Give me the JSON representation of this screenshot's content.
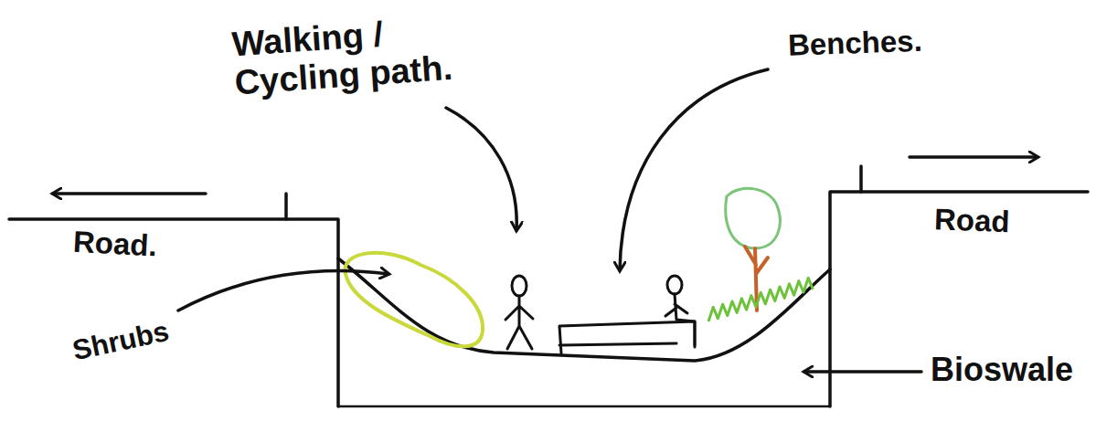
{
  "diagram": {
    "labels": [
      "Walking / Cycling path.",
      "Benches.",
      "Road.",
      "Road",
      "Shrubs",
      "Bioswale"
    ]
  }
}
